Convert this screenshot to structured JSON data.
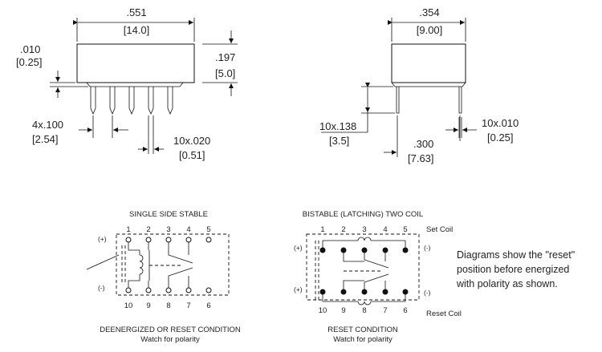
{
  "dimensions": {
    "length_in": ".551",
    "length_mm": "[14.0]",
    "lead_in": ".010",
    "lead_mm": "[0.25]",
    "height_in": ".197",
    "height_mm": "[5.0]",
    "pitch_in": "4x.100",
    "pitch_mm": "[2.54]",
    "pin_w_in": "10x.020",
    "pin_w_mm": "[0.51]",
    "width_in": ".354",
    "width_mm": "[9.00]",
    "pin_len_in": "10x.138",
    "pin_len_mm": "[3.5]",
    "row_sp_in": ".300",
    "row_sp_mm": "[7.63]",
    "pin_t_in": "10x.010",
    "pin_t_mm": "[0.25]"
  },
  "single": {
    "title": "SINGLE SIDE STABLE",
    "top_pins": [
      "1",
      "2",
      "3",
      "4",
      "5"
    ],
    "bottom_pins": [
      "10",
      "9",
      "8",
      "7",
      "6"
    ],
    "plus": "(+)",
    "minus": "(-)",
    "caption": "DEENERGIZED OR RESET CONDITION",
    "sub": "Watch for polarity"
  },
  "bistable": {
    "title": "BISTABLE (LATCHING) TWO COIL",
    "top_pins": [
      "1",
      "2",
      "3",
      "4",
      "5"
    ],
    "bottom_pins": [
      "10",
      "9",
      "8",
      "7",
      "6"
    ],
    "plus": "(+)",
    "minus": "(-)",
    "set_coil": "Set Coil",
    "reset_coil": "Reset Coil",
    "caption": "RESET CONDITION",
    "sub": "Watch for polarity"
  },
  "note": [
    "Diagrams show the \"reset\"",
    "position before energized",
    "with polarity as shown."
  ]
}
